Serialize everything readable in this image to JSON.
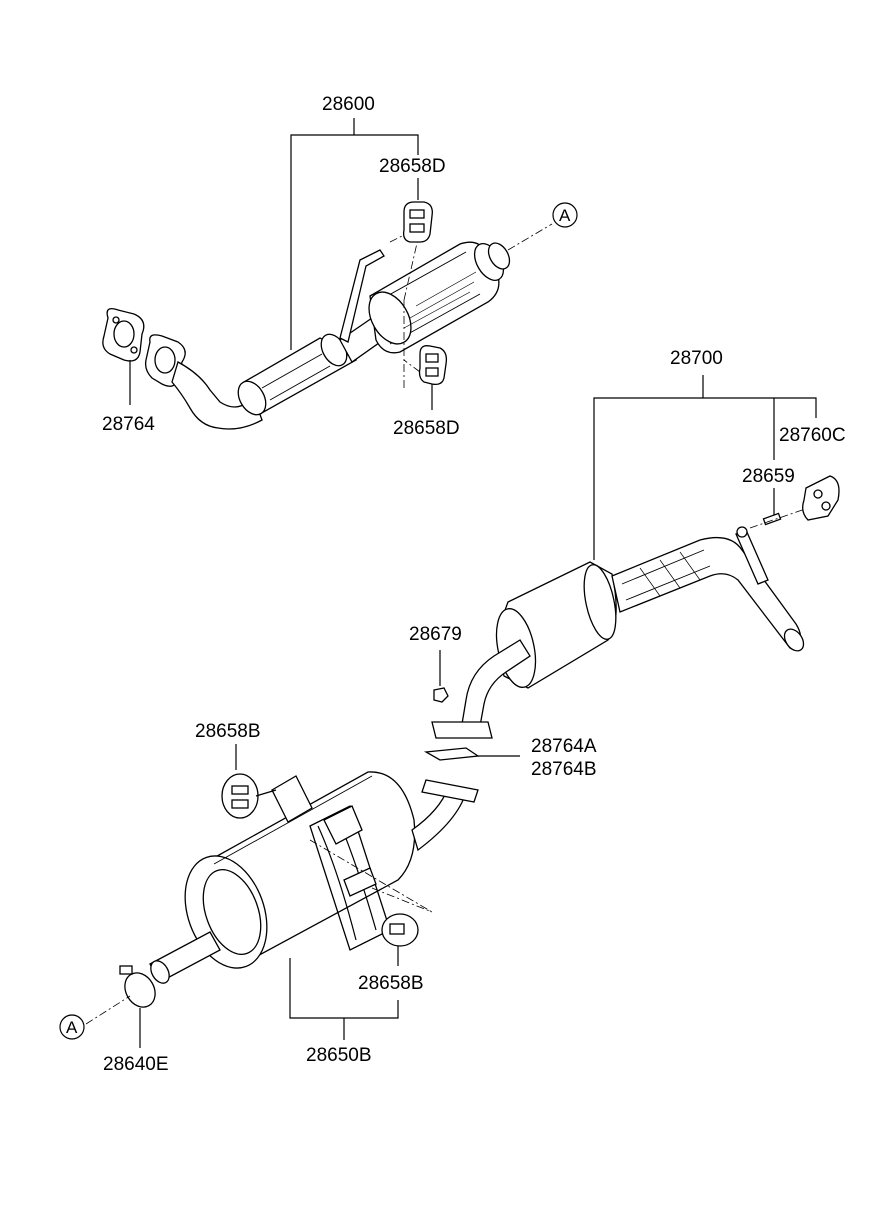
{
  "labels": {
    "p28600": "28600",
    "p28658D_top": "28658D",
    "p28658D_bottom": "28658D",
    "p28764": "28764",
    "p28700": "28700",
    "p28760C": "28760C",
    "p28659": "28659",
    "p28679": "28679",
    "p28764A": "28764A",
    "p28764B": "28764B",
    "p28658B_top": "28658B",
    "p28658B_bottom": "28658B",
    "p28640E": "28640E",
    "p28650B": "28650B"
  },
  "refs": {
    "a_top": "A",
    "a_bottom": "A"
  }
}
